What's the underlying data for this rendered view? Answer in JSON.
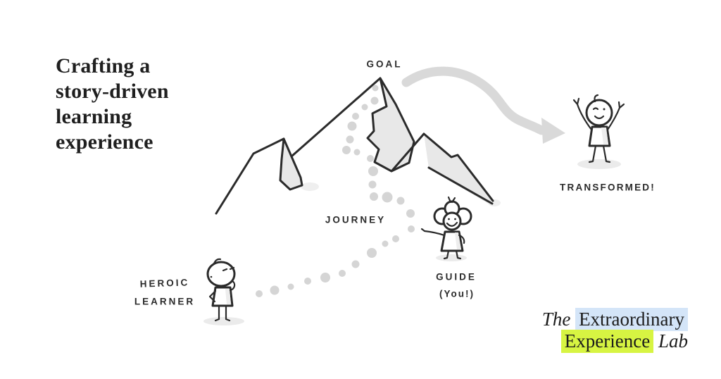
{
  "title": {
    "text": "Crafting a\nstory-driven\nlearning\nexperience"
  },
  "diagram": {
    "goal_label": "GOAL",
    "journey_label": "JOURNEY",
    "learner_label_line1": "HEROIC",
    "learner_label_line2": "LEARNER",
    "guide_label_line1": "GUIDE",
    "guide_label_line2": "(You!)",
    "transformed_label": "TRANSFORMED!"
  },
  "logo": {
    "prefix": "The",
    "word1": "Extraordinary",
    "word2": "Experience",
    "suffix": "Lab"
  },
  "colors": {
    "background": "#ffffff",
    "ink": "#2b2b2b",
    "title_text": "#1f1f1f",
    "mountain_shade": "#e8e8e8",
    "journey_dots": "#d5d5d5",
    "arrow_gray": "#d9d9d9",
    "figure_shadow": "#ebebeb",
    "soft_shade": "#efefef",
    "body_shade": "#ededed",
    "highlight_blue": "#d4e5f8",
    "highlight_green": "#d7f442"
  }
}
